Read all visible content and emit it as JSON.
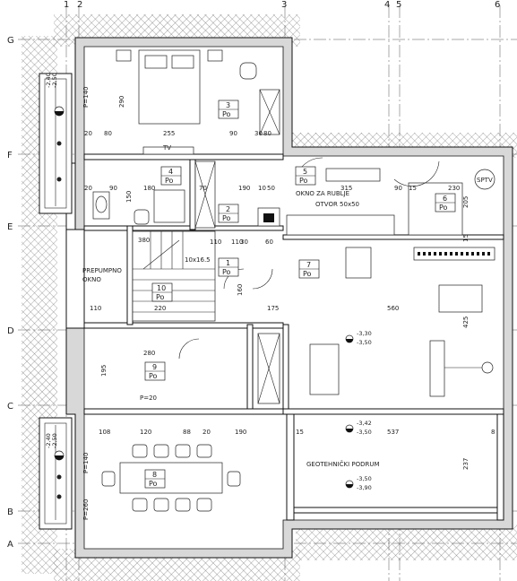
{
  "axes": {
    "columns": [
      "1",
      "2",
      "3",
      "4",
      "5",
      "6"
    ],
    "rows": [
      "G",
      "F",
      "E",
      "D",
      "C",
      "B",
      "A"
    ]
  },
  "rooms": [
    {
      "num": "3",
      "code": "Po"
    },
    {
      "num": "4",
      "code": "Po"
    },
    {
      "num": "5",
      "code": "Po"
    },
    {
      "num": "6",
      "code": "Po"
    },
    {
      "num": "2",
      "code": "Po"
    },
    {
      "num": "1",
      "code": "Po"
    },
    {
      "num": "7",
      "code": "Po"
    },
    {
      "num": "10",
      "code": "Po"
    },
    {
      "num": "9",
      "code": "Po"
    },
    {
      "num": "8",
      "code": "Po"
    }
  ],
  "labels": {
    "tv": "TV",
    "okno_za_rublje": "OKNO ZA RUBLJE",
    "otvor": "OTVOR 50x50",
    "sptv": "SPTV",
    "prepumpno": "PREPUMPNO",
    "okno": "OKNO",
    "geotehnicki": "GEOTEHNIČKI PODRUM",
    "stairs": "10x16.5"
  },
  "levels": {
    "gym_a": "-3,30",
    "gym_b": "-3,50",
    "geo_top_a": "-3,42",
    "geo_top_b": "-3,50",
    "geo_a": "-3,50",
    "geo_b": "-3,90",
    "well_top_a": "-2,40",
    "well_top_b": "-2,50",
    "well_bot_a": "-2,40",
    "well_bot_b": "-2,50"
  },
  "dims": {
    "d290": "290",
    "d20a": "20",
    "d80a": "80",
    "d255": "255",
    "d90a": "90",
    "d30a": "30",
    "d80b": "80",
    "d20b": "20",
    "d90b": "90",
    "d180": "180",
    "d150": "150",
    "d70": "70",
    "d190": "190",
    "d10a": "10",
    "d50": "50",
    "d315": "315",
    "d90c": "90",
    "d15a": "15",
    "d230": "230",
    "d205": "205",
    "d110a": "110",
    "d380": "380",
    "d30b": "30",
    "d110b": "110",
    "d60": "60",
    "d15b": "15",
    "d160": "160",
    "d175": "175",
    "d560": "560",
    "d425": "425",
    "d110c": "110",
    "d220": "220",
    "d280": "280",
    "d195": "195",
    "p20": "P=20",
    "d108": "108",
    "d120": "120",
    "d88": "88",
    "d20c": "20",
    "d190b": "190",
    "d15c": "15",
    "d537": "537",
    "d8": "8",
    "d237": "237",
    "p140a": "P=140",
    "p140b": "P=140",
    "p260": "P=260"
  }
}
